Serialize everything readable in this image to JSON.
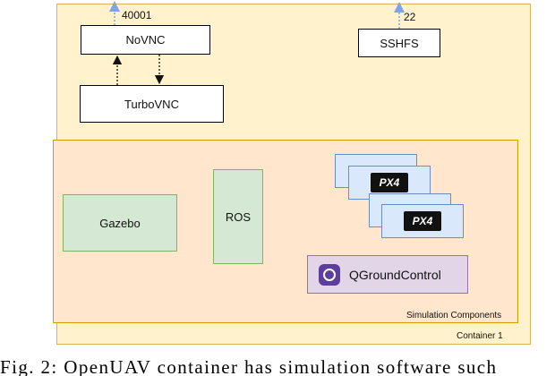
{
  "container": {
    "label": "Container 1"
  },
  "sim": {
    "label": "Simulation Components"
  },
  "nodes": {
    "novnc": "NoVNC",
    "turbovnc": "TurboVNC",
    "sshfs": "SSHFS",
    "gazebo": "Gazebo",
    "ros": "ROS",
    "px4": "PX4",
    "qgc": "QGroundControl"
  },
  "ports": {
    "novnc": "40001",
    "sshfs": "22"
  },
  "caption": "Fig. 2: OpenUAV container has simulation software such",
  "colors": {
    "container_fill": "#fff2cc",
    "container_border": "#d6b656",
    "sim_fill": "#ffe6cc",
    "sim_border": "#d79b00",
    "green_fill": "#d5e8d4",
    "green_border": "#82b366",
    "blue_fill": "#dae8fc",
    "blue_border": "#6c8ebf",
    "purple_fill": "#e1d5e7",
    "purple_border": "#9673a6",
    "arrow_blue": "#7ea6e0"
  },
  "icons": {
    "px4": "px4-logo-icon",
    "qgc": "qgroundcontrol-logo-icon"
  }
}
